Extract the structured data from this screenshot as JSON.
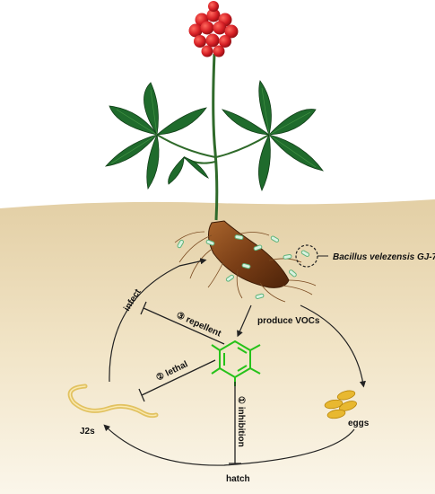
{
  "labels": {
    "bacterium": "Bacillus velezensis GJ-7",
    "produce_vocs": "produce VOCs",
    "infect": "infect",
    "repellent": "③ repellent",
    "lethal": "② lethal",
    "inhibition": "① inhibition",
    "eggs": "eggs",
    "j2s": "J2s",
    "hatch": "hatch"
  },
  "colors": {
    "soil": "#e6d3ac",
    "berries": "#d61f25",
    "leaves": "#1f6b2c",
    "root": "#7a3e16",
    "molecule": "#26c21a",
    "eggs": "#e8b830",
    "worm": "#e2c260",
    "bacteria": "#7ecf9b"
  }
}
